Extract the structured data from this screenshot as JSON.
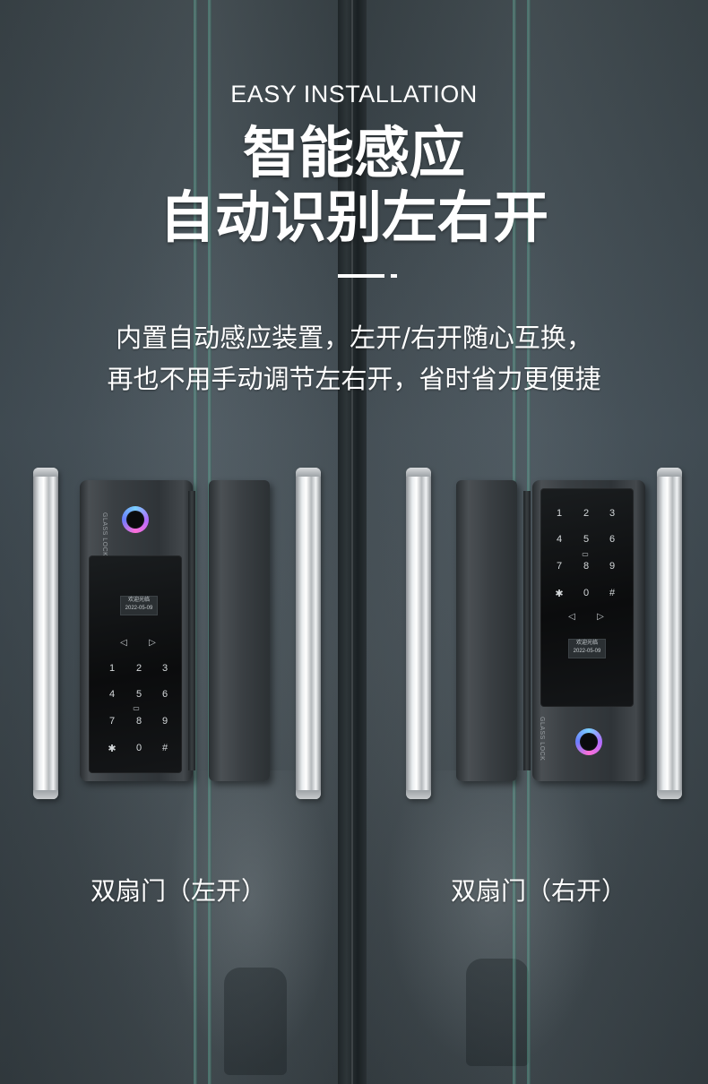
{
  "header": {
    "subtitle": "EASY INSTALLATION",
    "title_line1": "智能感应",
    "title_line2": "自动识别左右开"
  },
  "description": {
    "line1": "内置自动感应装置，左开/右开随心互换，",
    "line2": "再也不用手动调节左右开，省时省力更便捷"
  },
  "locks": {
    "brand": "GLASS LOCK",
    "screen_line1": "欢迎光临",
    "screen_line2": "2022-05-09",
    "keys": [
      "1",
      "2",
      "3",
      "4",
      "5",
      "6",
      "7",
      "8",
      "9",
      "✱",
      "0",
      "#"
    ]
  },
  "captions": {
    "left": "双扇门（左开）",
    "right": "双扇门（右开）"
  },
  "colors": {
    "background": "#414b50",
    "text": "#ffffff",
    "glass_edge": "#5fa592"
  },
  "icons": [
    "fingerprint-sensor-icon",
    "card-reader-icon",
    "doorbell-icon",
    "lock-icon"
  ]
}
